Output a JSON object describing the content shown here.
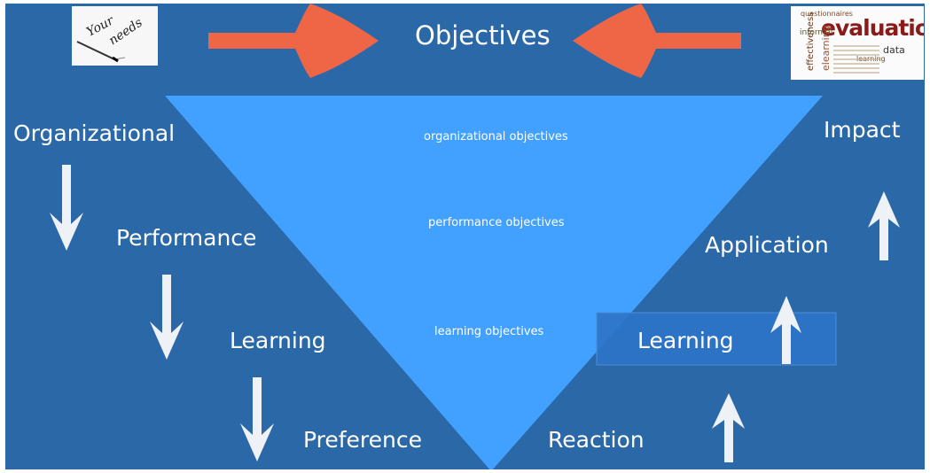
{
  "title": "Objectives",
  "left_stages": [
    "Organizational",
    "Performance",
    "Learning",
    "Preference"
  ],
  "right_stages": [
    "Impact",
    "Application",
    "Learning",
    "Reaction"
  ],
  "triangle_labels": [
    "organizational objectives",
    "performance objectives",
    "learning objectives"
  ],
  "images": {
    "your_needs": {
      "handwriting_1": "Your",
      "handwriting_2": "needs"
    },
    "evaluation_cloud": {
      "main_word": "evaluation",
      "words": [
        "questionnaires",
        "informal",
        "effectiveness",
        "elearning",
        "data",
        "learning"
      ]
    }
  },
  "colors": {
    "background": "#2b68a8",
    "triangle": "#42a1ff",
    "arrow_orange": "#ef6647",
    "arrow_white": "#eef1f6",
    "highlight_box": "#2e74c8"
  }
}
